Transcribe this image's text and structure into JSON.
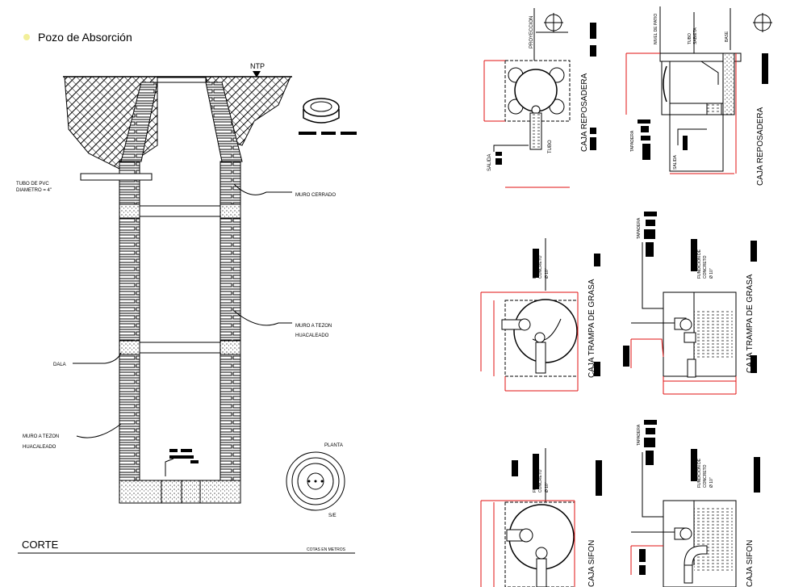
{
  "pozo": {
    "title": "Pozo de Absorción",
    "ntp": "NTP",
    "tubo_line1": "TUBO DE PVC",
    "tubo_line2": "DIAMETRO = 4\"",
    "muro_cerrado": "MURO CERRADO",
    "muro_tezon_right_1": "MURO A TEZON",
    "muro_tezon_right_2": "HUACALEADO",
    "dala": "DALA",
    "muro_tezon_left_1": "MURO A TEZON",
    "muro_tezon_left_2": "HUACALEADO",
    "planta": "PLANTA",
    "se": "S/E",
    "corte": "CORTE",
    "cotas": "COTAS EN METROS"
  },
  "reposadera": {
    "plan_title": "CAJA REPOSADERA",
    "section_title": "CAJA REPOSADERA",
    "proyeccion": "PROYECCION",
    "salida": "SALIDA",
    "tubo": "TUBO",
    "nivel_patio": "NIVEL DE PATIO",
    "tubo_sabieta_1": "TUBO",
    "tubo_sabieta_2": "SABIETA",
    "base": "BASE",
    "tapadera": "TAPADERA",
    "salida_section": "SALIDA"
  },
  "trampa": {
    "plan_title": "CAJA TRAMPA DE GRASA",
    "section_title": "CAJA TRAMPA DE GRASA",
    "fundicion_1": "FUNDICION DE",
    "fundicion_2": "CONCRETO",
    "fundicion_3": "Ø 10\"",
    "tapadera": "TAPADERA"
  },
  "sifon": {
    "plan_title": "CAJA SIFON",
    "section_title": "CAJA SIFON",
    "fundicion_1": "FUNDICION DE",
    "fundicion_2": "CONCRETO",
    "fundicion_3": "Ø 10\"",
    "tapadera": "TAPADERA"
  },
  "colors": {
    "line": "#000000",
    "dimension": "#e01010",
    "bullet": "#f2ef9a"
  }
}
